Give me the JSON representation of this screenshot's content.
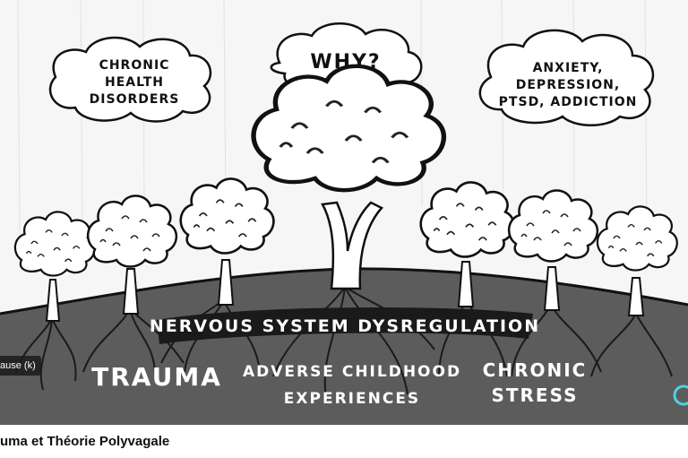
{
  "video": {
    "clouds": {
      "left": [
        "CHRONIC",
        "HEALTH",
        "DISORDERS"
      ],
      "center": "WHY?",
      "right": [
        "ANXIETY,",
        "DEPRESSION,",
        "PTSD, ADDICTION"
      ]
    },
    "banner": "NERVOUS SYSTEM DYSREGULATION",
    "roots": {
      "left": "TRAUMA",
      "center": [
        "ADVERSE CHILDHOOD",
        "EXPERIENCES"
      ],
      "right": [
        "CHRONIC",
        "STRESS"
      ]
    },
    "tooltip": "ause (k)"
  },
  "title": "uma et Théorie Polyvagale"
}
